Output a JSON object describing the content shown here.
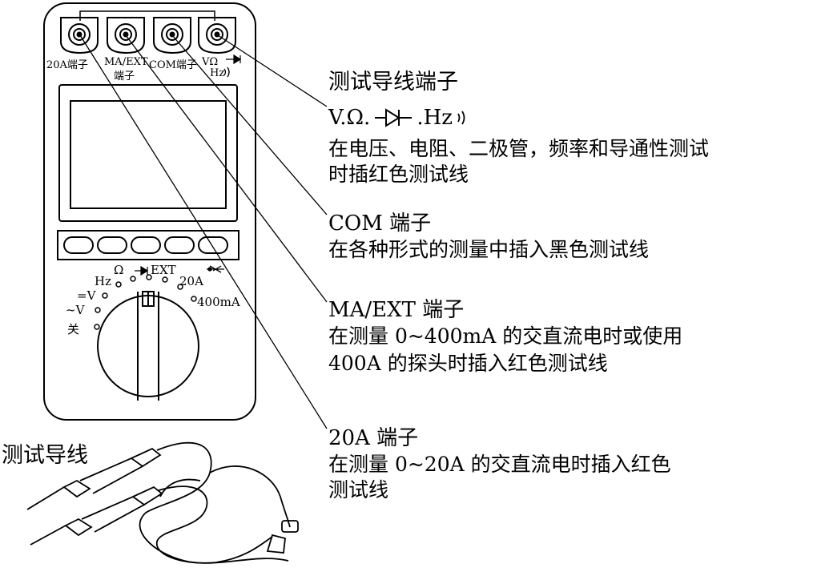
{
  "terminals": {
    "t20a": "20A端子",
    "tma_1": "MA/EXT",
    "tma_2": "端子",
    "tcom": "COM端子",
    "tv_1": "VΩ",
    "tv_2": "Hz"
  },
  "dial": {
    "off": "关",
    "ac_v": "~V",
    "dc_v": "=V",
    "hz": "Hz",
    "ohm": "Ω",
    "ext": "EXT",
    "a20": "20A",
    "ma400": "400mA"
  },
  "annotations": {
    "heading": "测试导线端子",
    "v": {
      "title_prefix": "V.Ω.",
      "title_suffix": ".Hz",
      "line1": "在电压、电阻、二极管，频率和导通性测试",
      "line2": "时插红色测试线"
    },
    "com": {
      "title": "COM 端子",
      "line1": "在各种形式的测量中插入黑色测试线"
    },
    "ma": {
      "title": "MA/EXT 端子",
      "line1": "在测量 0~400mA 的交直流电时或使用",
      "line2": "400A 的探头时插入红色测试线"
    },
    "a20": {
      "title": "20A 端子",
      "line1": "在测量 0~20A 的交直流电时插入红色",
      "line2": "测试线"
    }
  },
  "leads_label": "测试导线",
  "icons": [
    "diode-icon",
    "continuity-icon",
    "ground-terminal-icon"
  ]
}
